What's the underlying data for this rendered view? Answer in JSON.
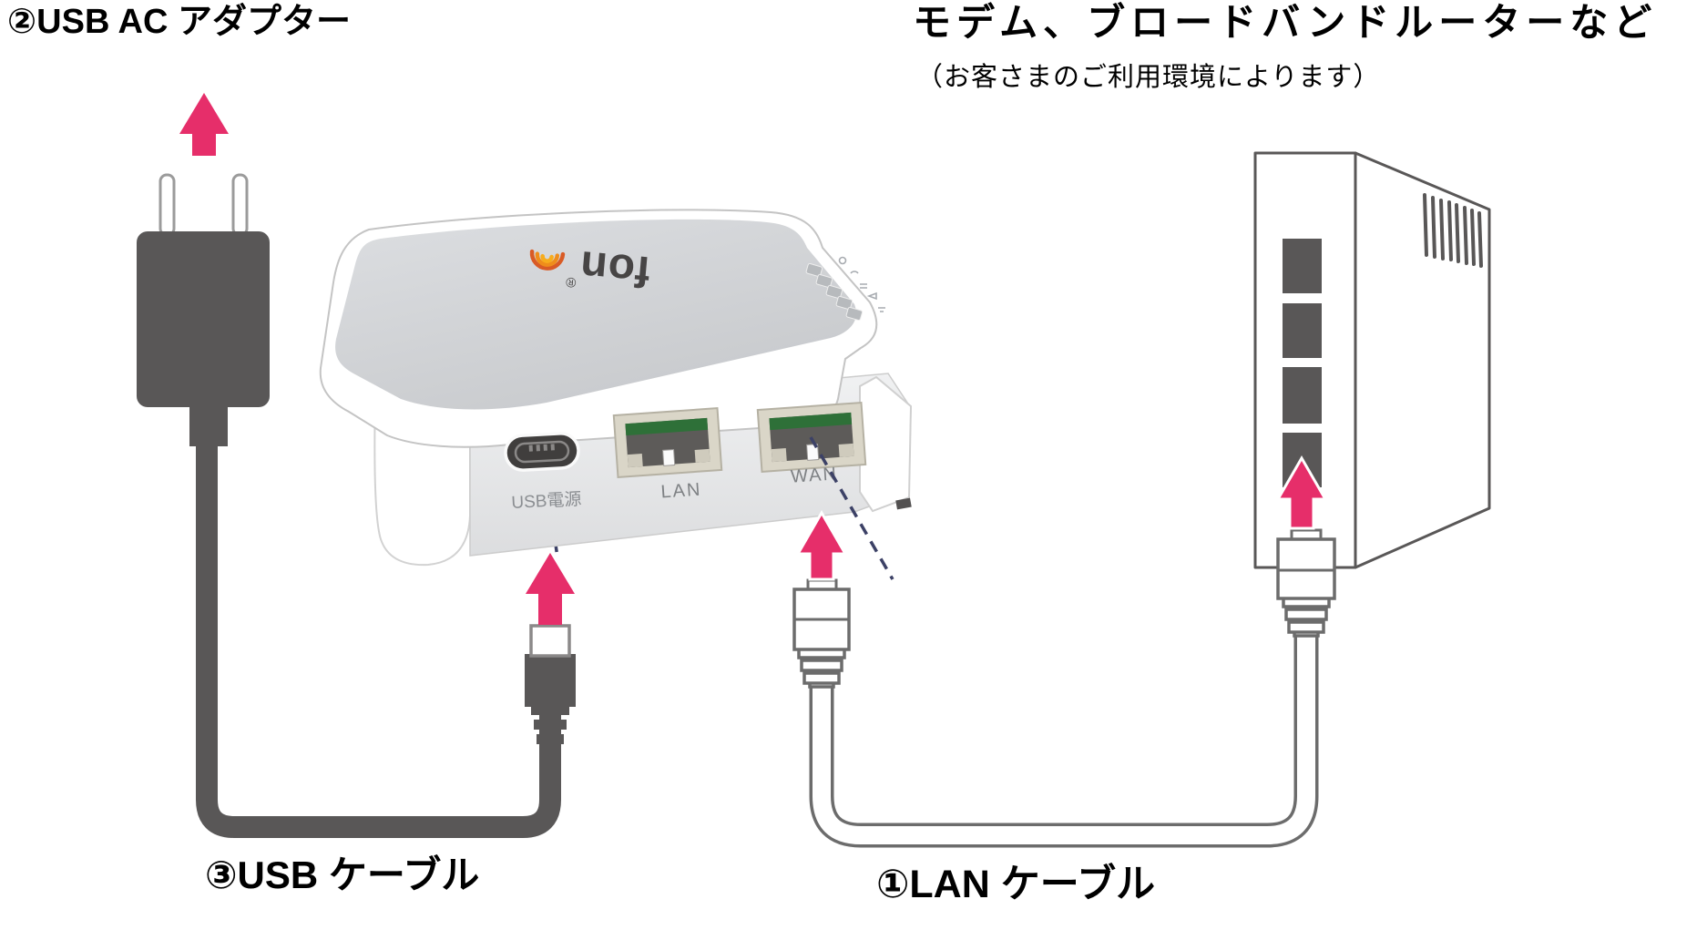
{
  "labels": {
    "usb_ac_adapter": "②USB AC アダプター",
    "usb_cable": "③USB ケーブル",
    "lan_cable": "①LAN ケーブル",
    "modem_title": "モデム、ブロードバンドルーターなど",
    "modem_note": "（お客さまのご利用環境によります）"
  },
  "router": {
    "brand": "fon",
    "registered_mark": "®",
    "port_labels": {
      "power": "USB電源",
      "lan": "LAN",
      "wan": "WAN"
    },
    "led_count": 5
  },
  "modem": {
    "port_count": 4
  },
  "colors": {
    "arrow_pink": "#e62e6a",
    "cable_dark_gray": "#595757",
    "connector_outline_gray": "#6c6c6c",
    "dashed_guide_navy": "#3c4166",
    "router_top_gray": "#d3d5d8",
    "rj45_bezel_beige": "#dad6c8",
    "rj45_green": "#2e7038",
    "logo_orange": "#ef8d1b"
  }
}
